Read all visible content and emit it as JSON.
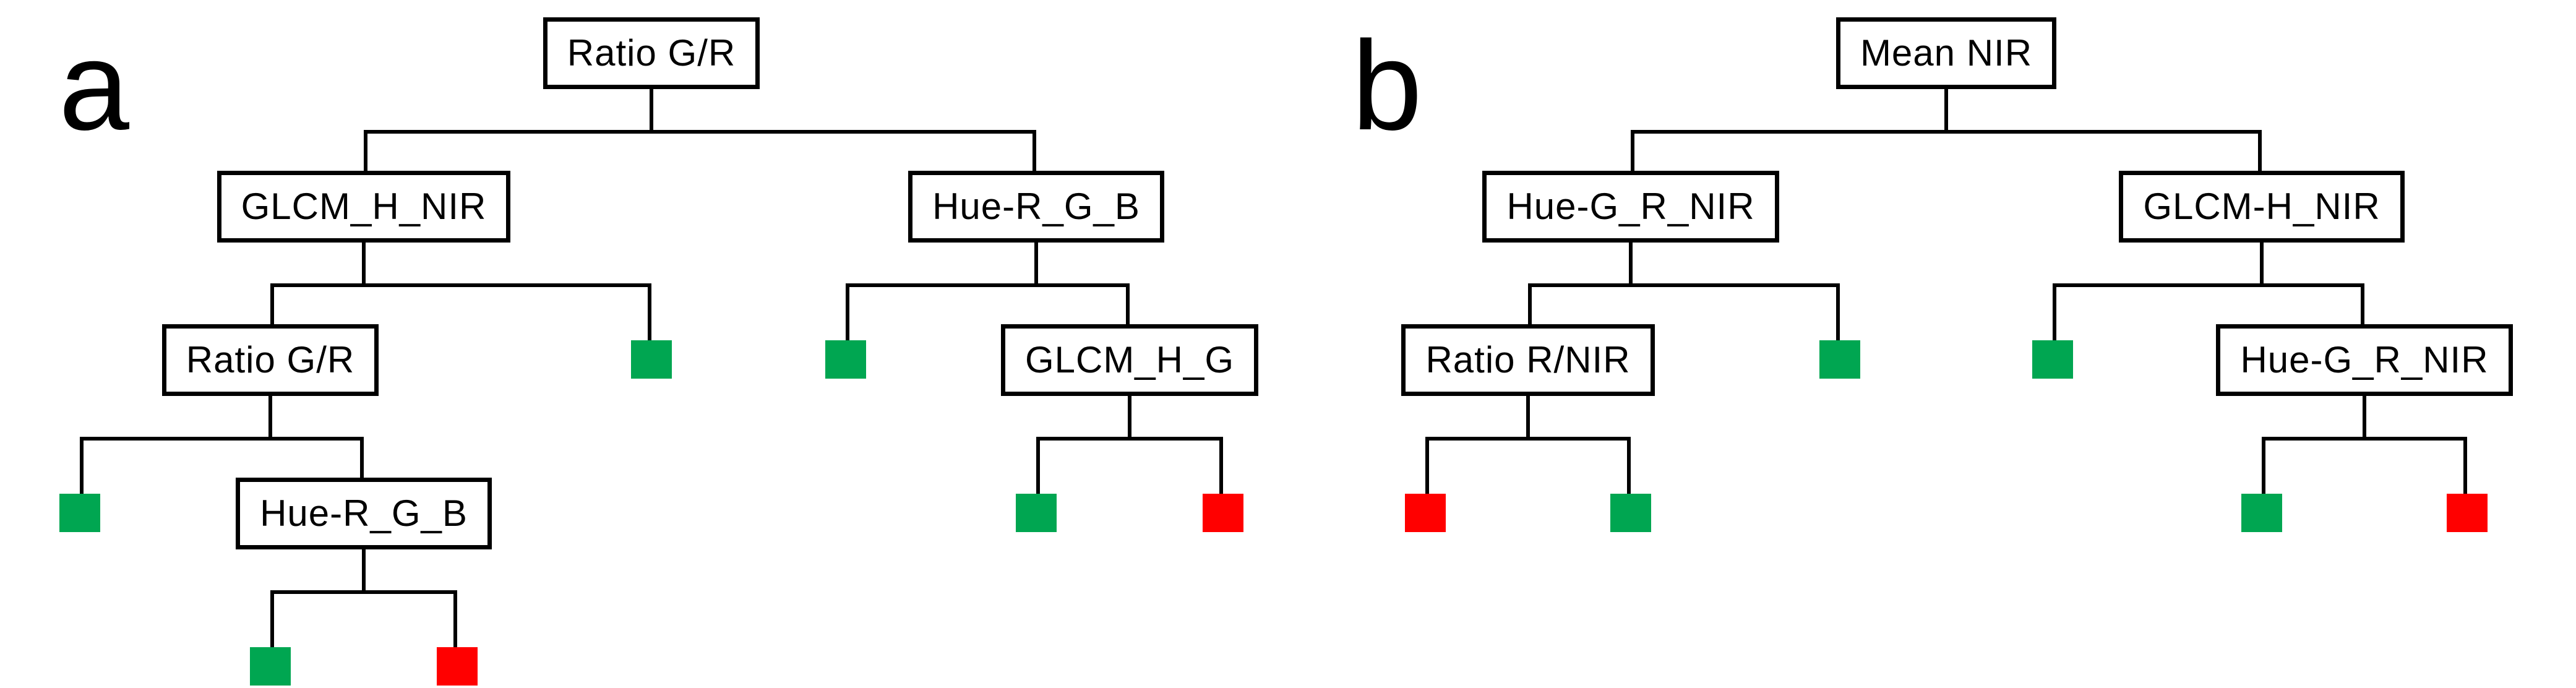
{
  "figure": {
    "type": "decision-tree-diagram",
    "description": "Two binary classification trees labeled a and b with feature decision nodes and green/red class leaves"
  },
  "colors": {
    "background": "#FFFFFF",
    "line": "#000000",
    "box-bg": "#FFFFFF",
    "box-border": "#000000",
    "text": "#000000",
    "leaf-green": "#00A651",
    "leaf-red": "#FF0000"
  },
  "panels": [
    {
      "label": "a",
      "tree": {
        "label": "Ratio G/R",
        "children": [
          {
            "label": "GLCM_H_NIR",
            "children": [
              {
                "label": "Ratio G/R",
                "children": [
                  {
                    "leaf": "green"
                  },
                  {
                    "label": "Hue-R_G_B",
                    "children": [
                      {
                        "leaf": "green"
                      },
                      {
                        "leaf": "red"
                      }
                    ]
                  }
                ]
              },
              {
                "leaf": "green"
              }
            ]
          },
          {
            "label": "Hue-R_G_B",
            "children": [
              {
                "leaf": "green"
              },
              {
                "label": "GLCM_H_G",
                "children": [
                  {
                    "leaf": "green"
                  },
                  {
                    "leaf": "red"
                  }
                ]
              }
            ]
          }
        ]
      }
    },
    {
      "label": "b",
      "tree": {
        "label": "Mean NIR",
        "children": [
          {
            "label": "Hue-G_R_NIR",
            "children": [
              {
                "label": "Ratio R/NIR",
                "children": [
                  {
                    "leaf": "red"
                  },
                  {
                    "leaf": "green"
                  }
                ]
              },
              {
                "leaf": "green"
              }
            ]
          },
          {
            "label": "GLCM-H_NIR",
            "children": [
              {
                "leaf": "green"
              },
              {
                "label": "Hue-G_R_NIR",
                "children": [
                  {
                    "leaf": "green"
                  },
                  {
                    "leaf": "red"
                  }
                ]
              }
            ]
          }
        ]
      }
    }
  ]
}
